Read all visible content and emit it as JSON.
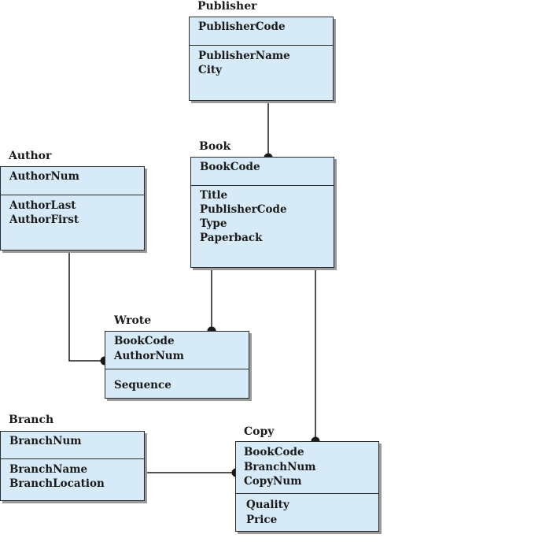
{
  "entities": {
    "publisher": {
      "name": "Publisher",
      "keys": [
        "PublisherCode"
      ],
      "attributes": [
        "PublisherName",
        "City"
      ]
    },
    "book": {
      "name": "Book",
      "keys": [
        "BookCode"
      ],
      "attributes": [
        "Title",
        "PublisherCode",
        "Type",
        "Paperback"
      ]
    },
    "author": {
      "name": "Author",
      "keys": [
        "AuthorNum"
      ],
      "attributes": [
        "AuthorLast",
        "AuthorFirst"
      ]
    },
    "wrote": {
      "name": "Wrote",
      "keys": [
        "BookCode",
        "AuthorNum"
      ],
      "attributes": [
        "Sequence"
      ]
    },
    "branch": {
      "name": "Branch",
      "keys": [
        "BranchNum"
      ],
      "attributes": [
        "BranchName",
        "BranchLocation"
      ]
    },
    "copy": {
      "name": "Copy",
      "keys": [
        "BookCode",
        "BranchNum",
        "CopyNum"
      ],
      "attributes": [
        "Quality",
        "Price"
      ]
    }
  },
  "colors": {
    "box_fill": "#d6eaf8",
    "box_border": "#2b2b2b",
    "connector": "#1a1a1a"
  }
}
